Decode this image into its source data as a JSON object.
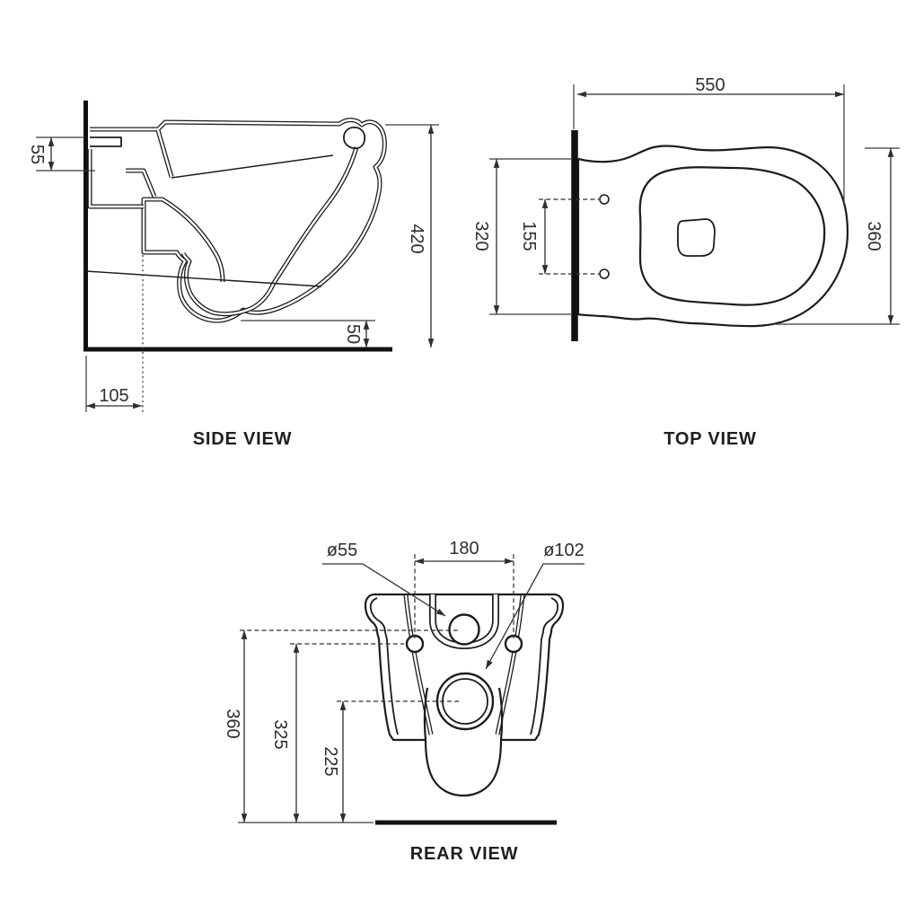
{
  "page": {
    "background": "#ffffff"
  },
  "colors": {
    "drawing_line": "#1c1c1c",
    "dimension_line": "#2e2e2e",
    "dimension_text": "#2e2e2e",
    "label_text": "#1f1f1f"
  },
  "views": {
    "side": {
      "label": "SIDE VIEW",
      "dims": {
        "bracket_height": "55",
        "total_height": "420",
        "outlet_to_floor": "50",
        "wall_offset": "105"
      }
    },
    "top": {
      "label": "TOP VIEW",
      "dims": {
        "depth": "550",
        "wall_width": "320",
        "hole_spacing": "155",
        "bowl_width": "360"
      }
    },
    "rear": {
      "label": "REAR VIEW",
      "dims": {
        "inlet_diameter": "ø55",
        "fixing_hole_spacing": "180",
        "outlet_diameter": "ø102",
        "height_total": "360",
        "height_holes": "325",
        "height_outlet": "225"
      }
    }
  }
}
